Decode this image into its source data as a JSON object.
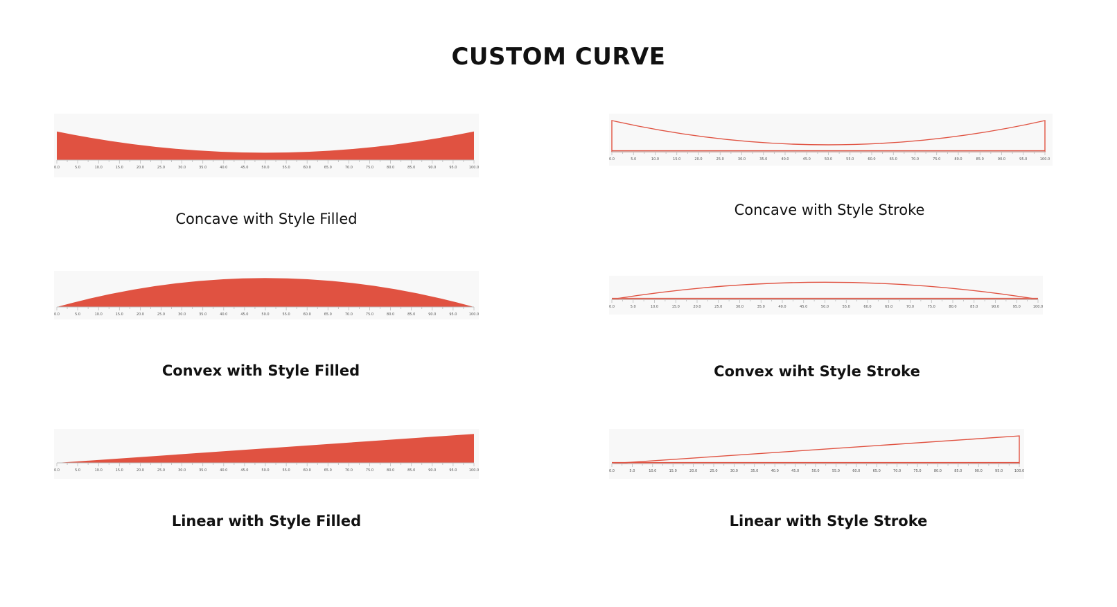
{
  "header": {
    "title": "CUSTOM CURVE"
  },
  "colors": {
    "accent": "#e05241",
    "panel_bg": "#f8f8f8",
    "axis": "#bbbbbb",
    "tick_label": "#555555"
  },
  "captions": {
    "concave_filled": "Concave with Style Filled",
    "concave_stroke": "Concave with Style Stroke",
    "convex_filled": "Convex with Style Filled",
    "convex_stroke": "Convex wiht Style Stroke",
    "linear_filled": "Linear with Style Filled",
    "linear_stroke": "Linear with Style Stroke"
  },
  "chart_data": [
    {
      "id": "concave_filled",
      "type": "area",
      "style": "filled",
      "curve": "concave",
      "x": [
        0,
        50,
        100
      ],
      "y": [
        0.7,
        0.18,
        0.7
      ],
      "xlim": [
        0,
        100
      ],
      "ylim": [
        0,
        1
      ],
      "ticks": [
        "0.0",
        "5.0",
        "10.0",
        "15.0",
        "20.0",
        "25.0",
        "30.0",
        "35.0",
        "40.0",
        "45.0",
        "50.0",
        "55.0",
        "60.0",
        "65.0",
        "70.0",
        "75.0",
        "80.0",
        "85.0",
        "90.0",
        "95.0",
        "100.0"
      ]
    },
    {
      "id": "concave_stroke",
      "type": "area",
      "style": "stroke",
      "curve": "concave",
      "x": [
        0,
        50,
        100
      ],
      "y": [
        0.9,
        0.2,
        0.9
      ],
      "xlim": [
        0,
        100
      ],
      "ylim": [
        0,
        1
      ],
      "ticks": [
        "0.0",
        "5.0",
        "10.0",
        "15.0",
        "20.0",
        "25.0",
        "30.0",
        "35.0",
        "40.0",
        "45.0",
        "50.0",
        "55.0",
        "60.0",
        "65.0",
        "70.0",
        "75.0",
        "80.0",
        "85.0",
        "90.0",
        "95.0",
        "100.0"
      ]
    },
    {
      "id": "convex_filled",
      "type": "area",
      "style": "filled",
      "curve": "convex",
      "x": [
        0,
        50,
        100
      ],
      "y": [
        0,
        0.95,
        0
      ],
      "xlim": [
        0,
        100
      ],
      "ylim": [
        0,
        1
      ],
      "ticks": [
        "0.0",
        "5.0",
        "10.0",
        "15.0",
        "20.0",
        "25.0",
        "30.0",
        "35.0",
        "40.0",
        "45.0",
        "50.0",
        "55.0",
        "60.0",
        "65.0",
        "70.0",
        "75.0",
        "80.0",
        "85.0",
        "90.0",
        "95.0",
        "100.0"
      ]
    },
    {
      "id": "convex_stroke",
      "type": "area",
      "style": "stroke",
      "curve": "convex",
      "x": [
        0,
        50,
        100
      ],
      "y": [
        0,
        0.95,
        0
      ],
      "xlim": [
        0,
        100
      ],
      "ylim": [
        0,
        1
      ],
      "ticks": [
        "0.0",
        "5.0",
        "10.0",
        "15.0",
        "20.0",
        "25.0",
        "30.0",
        "35.0",
        "40.0",
        "45.0",
        "50.0",
        "55.0",
        "60.0",
        "65.0",
        "70.0",
        "75.0",
        "80.0",
        "85.0",
        "90.0",
        "95.0",
        "100.0"
      ]
    },
    {
      "id": "linear_filled",
      "type": "area",
      "style": "filled",
      "curve": "linear",
      "x": [
        0,
        100
      ],
      "y": [
        0,
        0.95
      ],
      "xlim": [
        0,
        100
      ],
      "ylim": [
        0,
        1
      ],
      "ticks": [
        "0.0",
        "5.0",
        "10.0",
        "15.0",
        "20.0",
        "25.0",
        "30.0",
        "35.0",
        "40.0",
        "45.0",
        "50.0",
        "55.0",
        "60.0",
        "65.0",
        "70.0",
        "75.0",
        "80.0",
        "85.0",
        "90.0",
        "95.0",
        "100.0"
      ]
    },
    {
      "id": "linear_stroke",
      "type": "area",
      "style": "stroke",
      "curve": "linear",
      "x": [
        0,
        100
      ],
      "y": [
        0,
        0.95
      ],
      "xlim": [
        0,
        100
      ],
      "ylim": [
        0,
        1
      ],
      "ticks": [
        "0.0",
        "5.0",
        "10.0",
        "15.0",
        "20.0",
        "25.0",
        "30.0",
        "35.0",
        "40.0",
        "45.0",
        "50.0",
        "55.0",
        "60.0",
        "65.0",
        "70.0",
        "75.0",
        "80.0",
        "85.0",
        "90.0",
        "95.0",
        "100.0"
      ]
    }
  ]
}
